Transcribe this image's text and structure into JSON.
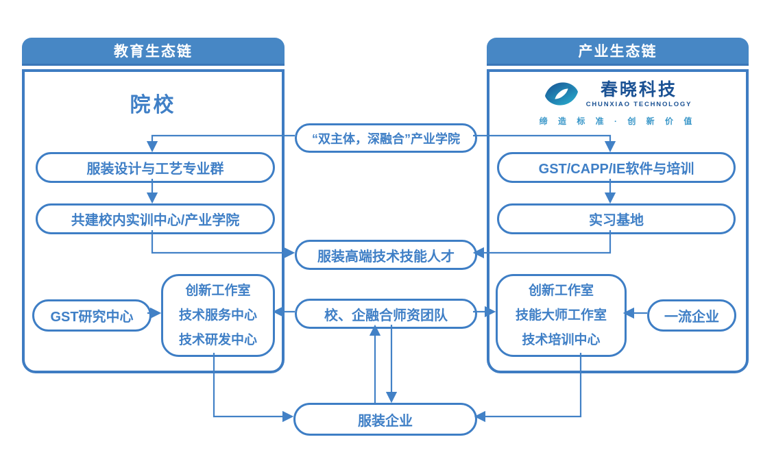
{
  "left_panel": {
    "header": "教育生态链",
    "title": "院校"
  },
  "right_panel": {
    "header": "产业生态链"
  },
  "logo": {
    "name": "春晓科技",
    "subtitle": "CHUNXIAO TECHNOLOGY",
    "tagline": "缔 造 标 准 · 创 新 价 值"
  },
  "nodes": {
    "industry_college": "“双主体，深融合”产业学院",
    "fashion_design_group": "服装设计与工艺专业群",
    "campus_training_center": "共建校内实训中心/产业学院",
    "gst_capp_ie_training": "GST/CAPP/IE软件与培训",
    "internship_base": "实习基地",
    "talent": "服装高端技术技能人才",
    "gst_research_center": "GST研究中心",
    "left_centers": {
      "line1": "创新工作室",
      "line2": "技术服务中心",
      "line3": "技术研发中心"
    },
    "teacher_team": "校、企融合师资团队",
    "right_centers": {
      "line1": "创新工作室",
      "line2": "技能大师工作室",
      "line3": "技术培训中心"
    },
    "top_enterprise": "一流企业",
    "fashion_enterprise": "服装企业"
  },
  "colors": {
    "panel_header_fill": "#4787C5",
    "panel_border": "#3E7CC2",
    "node_border": "#3E7EC5",
    "node_text": "#3F7FC6",
    "connector": "#4281C6",
    "logo_navy": "#1A5193",
    "logo_teal": "#2AB5D2",
    "logo_tagline": "#3A97C9"
  }
}
